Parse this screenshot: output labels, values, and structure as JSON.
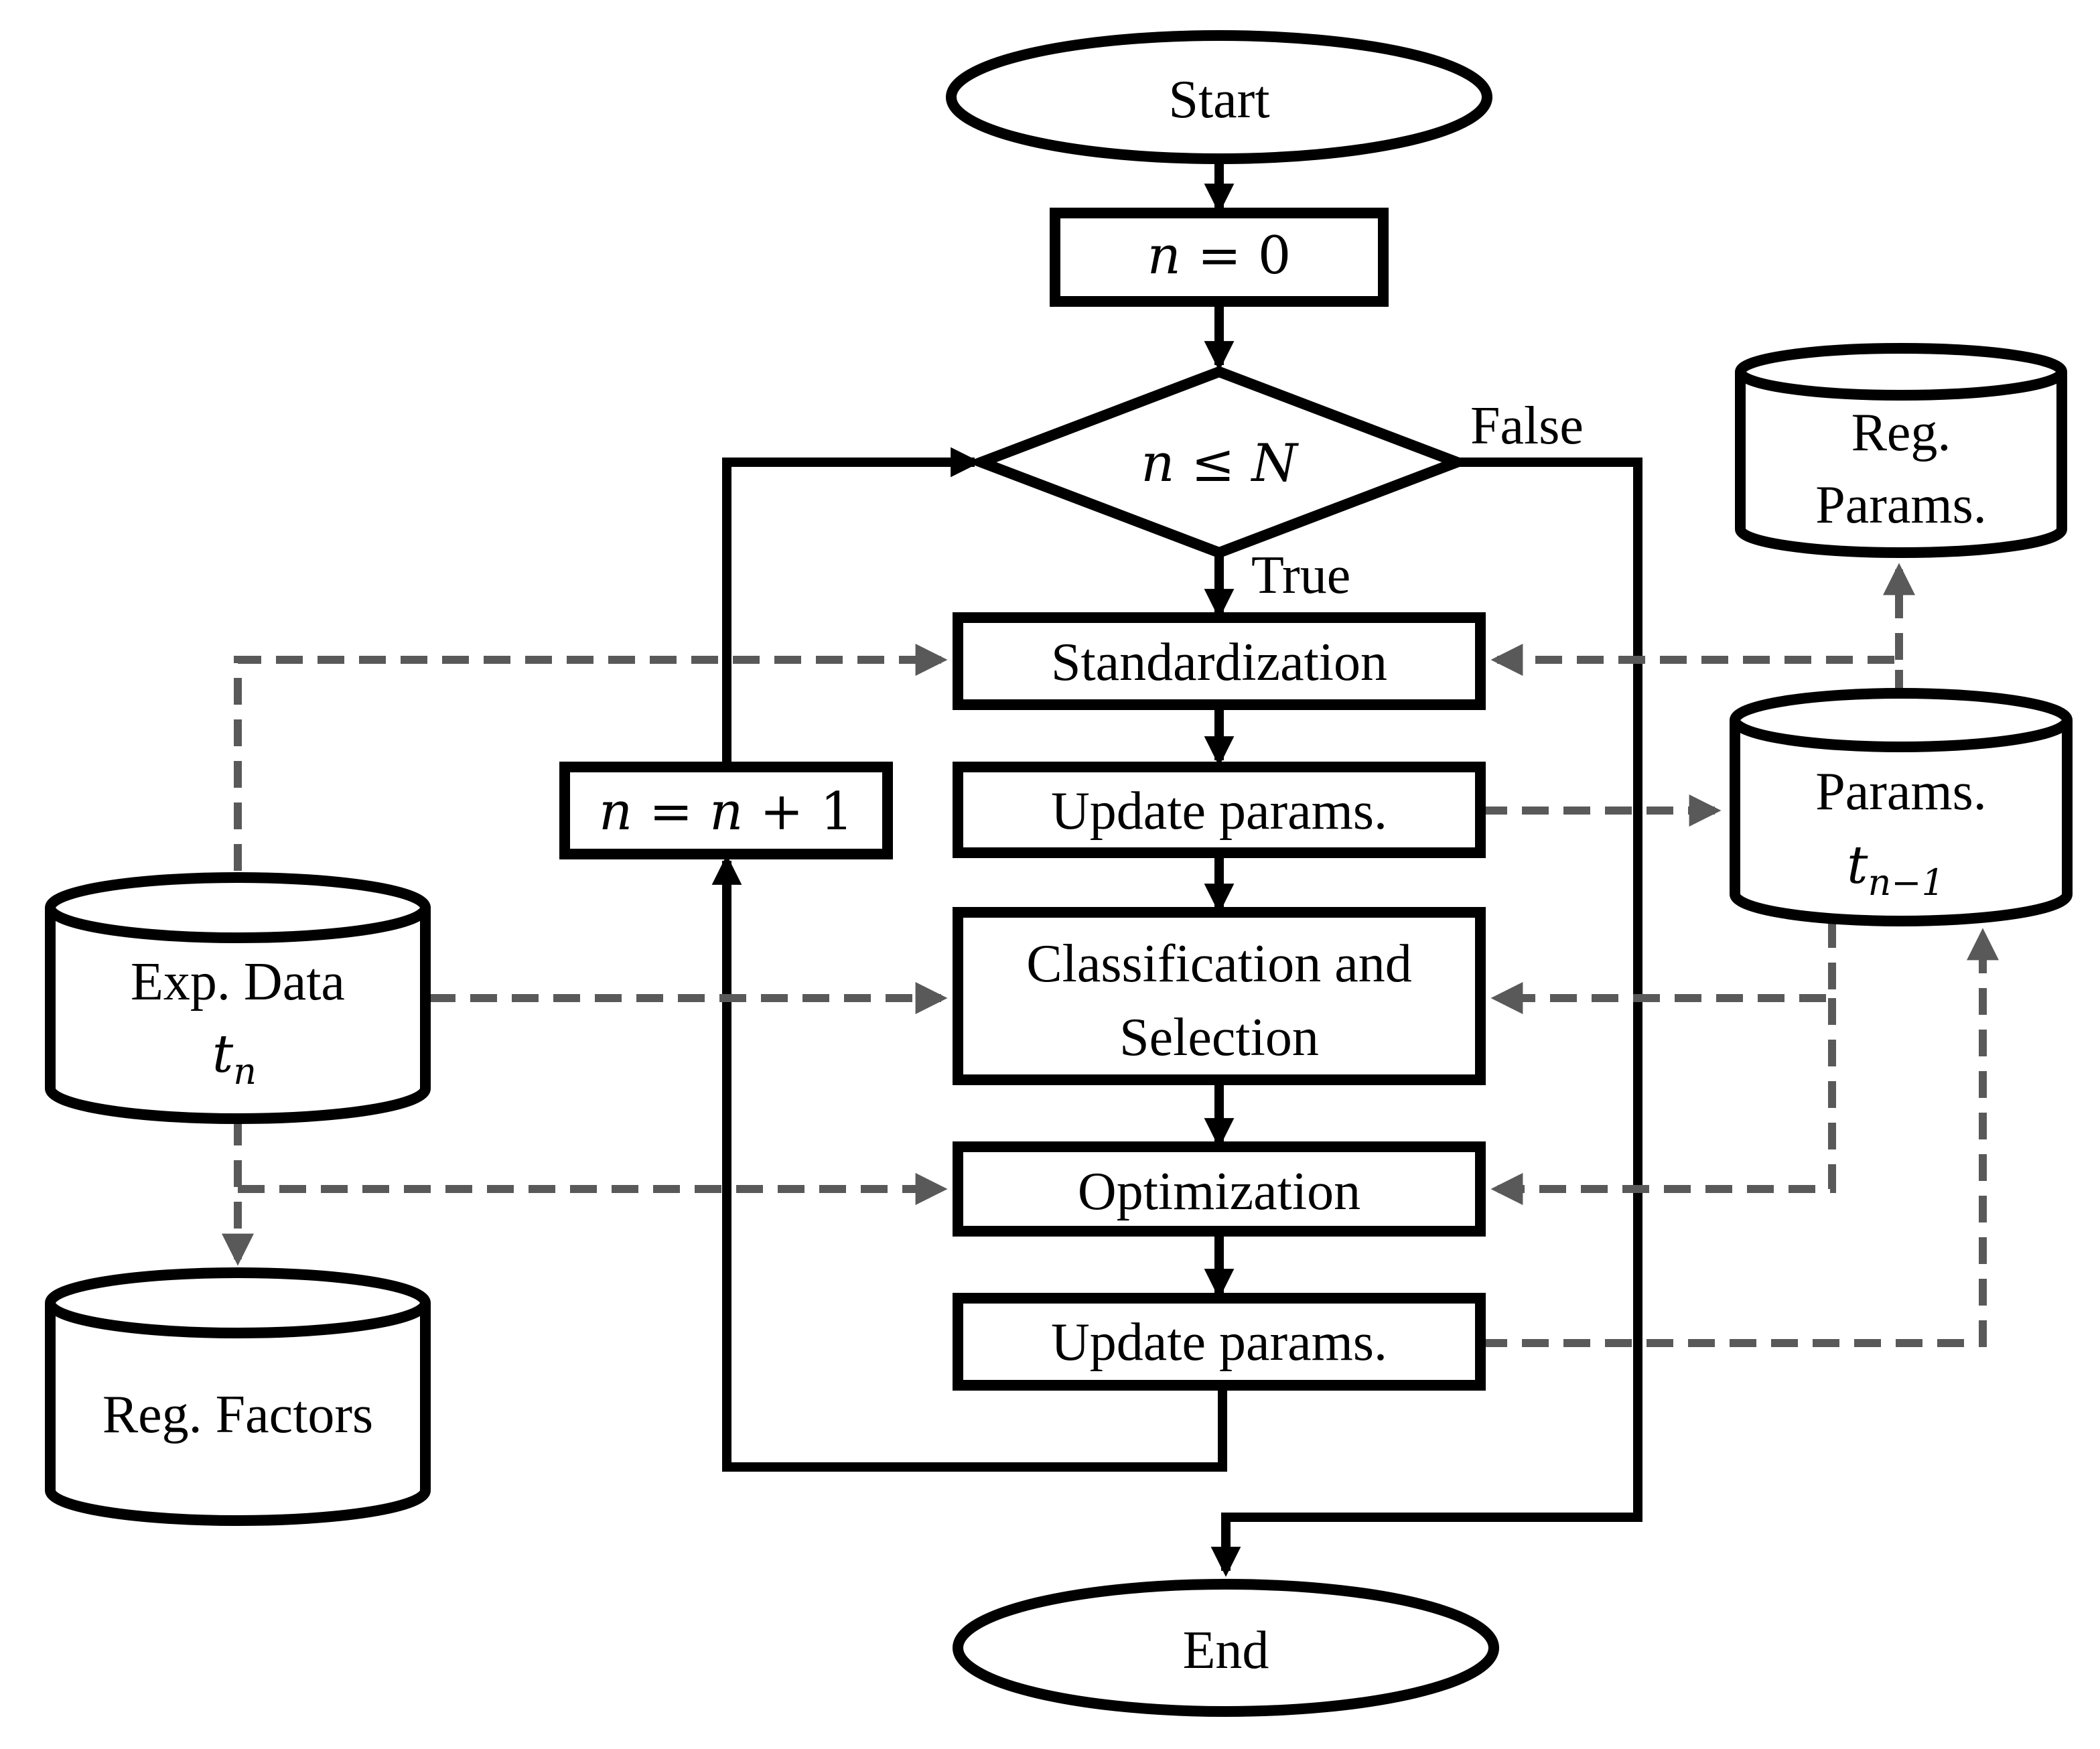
{
  "nodes": {
    "start": "Start",
    "init": {
      "var": "n",
      "op": " = ",
      "val": "0"
    },
    "decision": {
      "var": "n",
      "op": " ≤ ",
      "bound": "N"
    },
    "standardization": "Standardization",
    "update_params_1": "Update params.",
    "classification": {
      "line1": "Classification and",
      "line2": "Selection"
    },
    "optimization": "Optimization",
    "update_params_2": "Update params.",
    "increment": {
      "var1": "n",
      "op1": " = ",
      "var2": "n",
      "op2": " + ",
      "val": "1"
    },
    "end": "End"
  },
  "branches": {
    "true": "True",
    "false": "False"
  },
  "stores": {
    "exp_data": {
      "line1": "Exp. Data",
      "var": "t",
      "sub": "n"
    },
    "reg_factors": "Reg. Factors",
    "reg_params": {
      "line1": "Reg.",
      "line2": "Params."
    },
    "params": {
      "line1": "Params.",
      "var": "t",
      "sub": "n−1"
    }
  },
  "colors": {
    "flow": "#000000",
    "data_flow": "#595959"
  }
}
